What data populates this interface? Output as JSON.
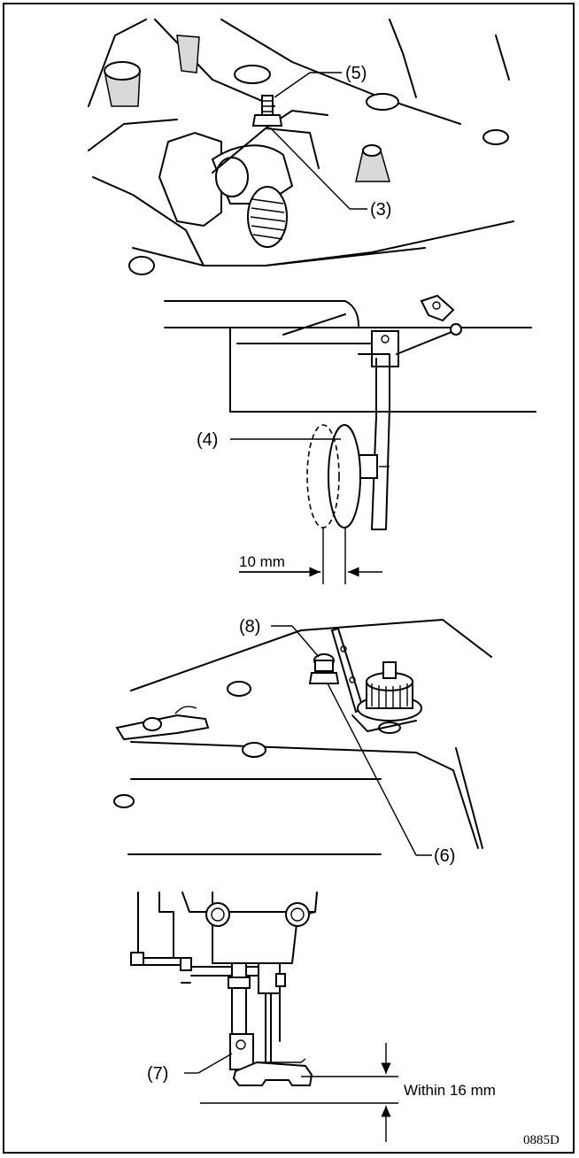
{
  "figures": {
    "fig1": {
      "callout_top": "(5)",
      "callout_bottom": "(3)"
    },
    "fig2": {
      "callout": "(4)",
      "dimension": "10 mm"
    },
    "fig3": {
      "callout_top": "(8)",
      "callout_bottom": "(6)"
    },
    "fig4": {
      "callout": "(7)",
      "dimension": "Within 16 mm"
    }
  },
  "figure_code": "0885D"
}
